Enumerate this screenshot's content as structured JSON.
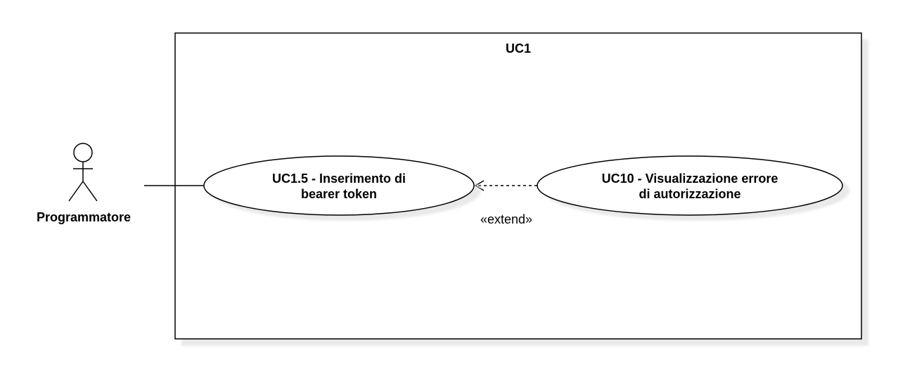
{
  "system": {
    "title": "UC1"
  },
  "actor": {
    "name": "Programmatore"
  },
  "use_cases": [
    {
      "lines": [
        "UC1.5 - Inserimento di",
        "bearer token"
      ]
    },
    {
      "lines": [
        "UC10 - Visualizzazione errore",
        "di autorizzazione"
      ]
    }
  ],
  "relationships": {
    "extend_label": "«extend»"
  }
}
